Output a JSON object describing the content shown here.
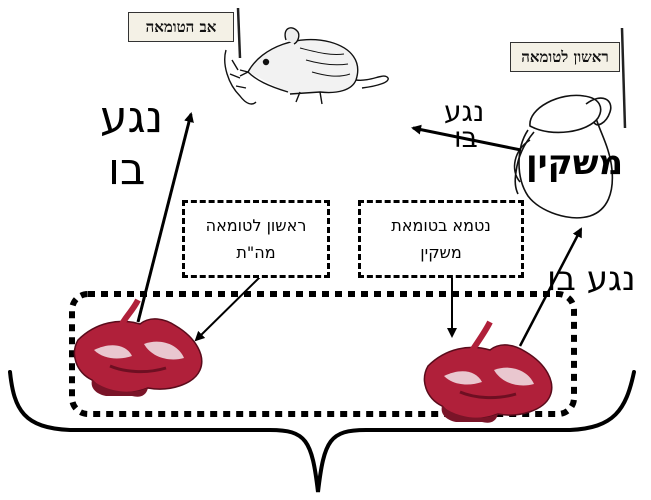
{
  "flags": {
    "father": "אב הטומאה",
    "first": "ראשון לטומאה"
  },
  "labels": {
    "mishkav": "משקין",
    "nega_top_left": "נגע",
    "bo_top_left": "בו",
    "nega_middle": "נגע",
    "bo_middle": "בו",
    "nega_bo_right": "נגע בו"
  },
  "boxes": {
    "left": {
      "line1": "ראשון לטומאה",
      "line2": "מה\"ת"
    },
    "right": {
      "line1": "נטמא בטומאת",
      "line2": "משקין"
    }
  },
  "colors": {
    "meat": "#b0203a",
    "meat_dark": "#6e0f22",
    "fat": "#e9c7cf",
    "ink": "#000000"
  }
}
